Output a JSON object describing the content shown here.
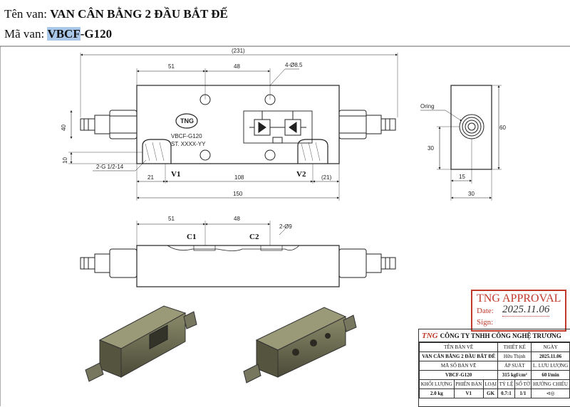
{
  "header": {
    "name_label": "Tên van:",
    "name_value": "VAN CÂN BẰNG 2 ĐẦU BẮT ĐẾ",
    "code_label": "Mã van:",
    "code_highlight": "VBCF",
    "code_rest": "-G120"
  },
  "front_view": {
    "dim_total": "(231)",
    "dim_51": "51",
    "dim_48": "48",
    "holes": "4-Ø8.5",
    "dim_40": "40",
    "dim_10": "10",
    "dim_21_left": "21",
    "dim_108": "108",
    "dim_21_right": "(21)",
    "dim_150": "150",
    "port_note": "2-G 1/2-14",
    "label_v1": "V1",
    "label_v2": "V2",
    "logo": "TNG",
    "model": "VBCF-G120",
    "serial": "ST. XXXX-YY"
  },
  "side_view": {
    "oring": "Oring",
    "dim_60": "60",
    "dim_30_v": "30",
    "dim_15": "15",
    "dim_30_h": "30"
  },
  "top_view": {
    "dim_51": "51",
    "dim_48": "48",
    "holes": "2-Ø9",
    "label_c1": "C1",
    "label_c2": "C2"
  },
  "approval": {
    "title": "TNG APPROVAL",
    "date_label": "Date:",
    "date_value": "2025.11.06",
    "sign_label": "Sign:"
  },
  "title_block": {
    "logo": "TNG",
    "company": "CÔNG TY TNHH CÔNG NGHỆ TRƯƠNG",
    "rows": {
      "drawing_name_label": "TÊN BẢN VẼ",
      "designer_label": "THIẾT KẾ",
      "date_label": "NGÀY",
      "drawing_name": "VAN CÂN BẰNG 2 ĐẦU BẮT ĐẾ",
      "designer": "Hữu Thịnh",
      "date": "2025.11.06",
      "drawing_no_label": "MÃ SỐ BẢN VẼ",
      "pressure_label": "ÁP SUẤT",
      "flow_label": "L. LƯU LƯỢNG",
      "drawing_no": "VBCF-G120",
      "pressure": "315 kgf/cm²",
      "flow": "60 l/min",
      "mass_label": "KHỐI LƯỢNG",
      "version_label": "PHIÊN BẢN",
      "type_label": "LOẠI",
      "scale_label": "TỶ LỆ",
      "sheet_label": "SỐ TỜ",
      "projection_label": "HƯỚNG CHIẾU",
      "mass": "2.0 kg",
      "version": "V1",
      "type": "GK",
      "scale": "0.7:1",
      "sheet": "1/1"
    }
  }
}
